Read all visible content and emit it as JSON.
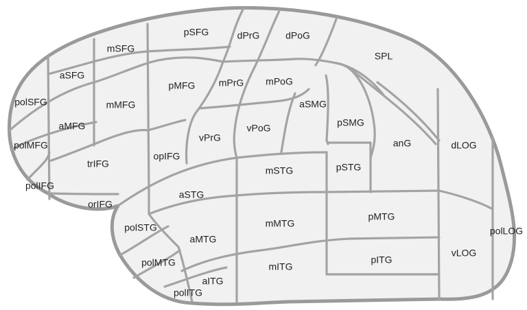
{
  "diagram": {
    "regions": [
      {
        "id": "pSFG",
        "label": "pSFG"
      },
      {
        "id": "dPrG",
        "label": "dPrG"
      },
      {
        "id": "dPoG",
        "label": "dPoG"
      },
      {
        "id": "mSFG",
        "label": "mSFG"
      },
      {
        "id": "SPL",
        "label": "SPL"
      },
      {
        "id": "aSFG",
        "label": "aSFG"
      },
      {
        "id": "pMFG",
        "label": "pMFG"
      },
      {
        "id": "mPrG",
        "label": "mPrG"
      },
      {
        "id": "mPoG",
        "label": "mPoG"
      },
      {
        "id": "polSFG",
        "label": "polSFG"
      },
      {
        "id": "mMFG",
        "label": "mMFG"
      },
      {
        "id": "aSMG",
        "label": "aSMG"
      },
      {
        "id": "aMFG",
        "label": "aMFG"
      },
      {
        "id": "pSMG",
        "label": "pSMG"
      },
      {
        "id": "vPrG",
        "label": "vPrG"
      },
      {
        "id": "vPoG",
        "label": "vPoG"
      },
      {
        "id": "polMFG",
        "label": "polMFG"
      },
      {
        "id": "anG",
        "label": "anG"
      },
      {
        "id": "dLOG",
        "label": "dLOG"
      },
      {
        "id": "opIFG",
        "label": "opIFG"
      },
      {
        "id": "trIFG",
        "label": "trIFG"
      },
      {
        "id": "mSTG",
        "label": "mSTG"
      },
      {
        "id": "pSTG",
        "label": "pSTG"
      },
      {
        "id": "polIFG",
        "label": "polIFG"
      },
      {
        "id": "aSTG",
        "label": "aSTG"
      },
      {
        "id": "orIFG",
        "label": "orIFG"
      },
      {
        "id": "pMTG",
        "label": "pMTG"
      },
      {
        "id": "mMTG",
        "label": "mMTG"
      },
      {
        "id": "polSTG",
        "label": "polSTG"
      },
      {
        "id": "polLOG",
        "label": "polLOG"
      },
      {
        "id": "aMTG",
        "label": "aMTG"
      },
      {
        "id": "vLOG",
        "label": "vLOG"
      },
      {
        "id": "pITG",
        "label": "pITG"
      },
      {
        "id": "polMTG",
        "label": "polMTG"
      },
      {
        "id": "mITG",
        "label": "mITG"
      },
      {
        "id": "aITG",
        "label": "aITG"
      },
      {
        "id": "polITG",
        "label": "polITG"
      }
    ],
    "colors": {
      "fill": "#f1f1f1",
      "boundary": "#a3a3a3",
      "outline": "#9a9a9a",
      "text": "#222222"
    }
  }
}
